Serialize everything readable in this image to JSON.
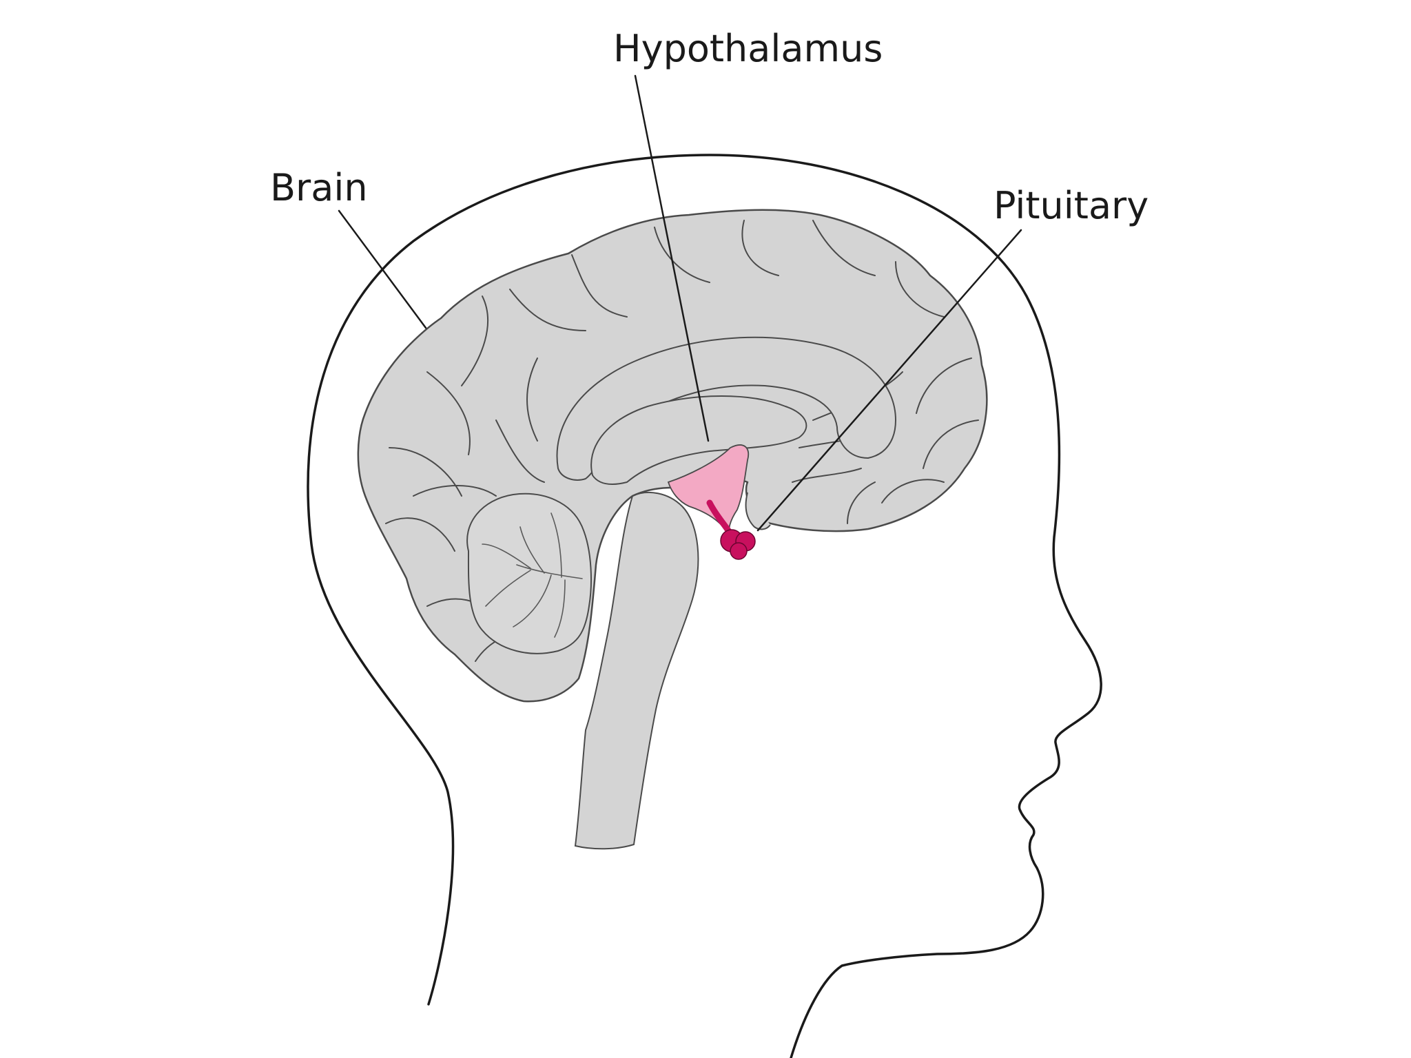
{
  "labels": {
    "brain": "Brain",
    "hypothalamus": "Hypothalamus",
    "pituitary": "Pituitary"
  },
  "colors": {
    "outline": "#1a1a1a",
    "brain_fill": "#d4d4d4",
    "brain_stroke": "#4a4a4a",
    "hypothalamus_fill": "#f3a9c4",
    "pituitary_fill": "#c8105e",
    "background": "#ffffff"
  }
}
